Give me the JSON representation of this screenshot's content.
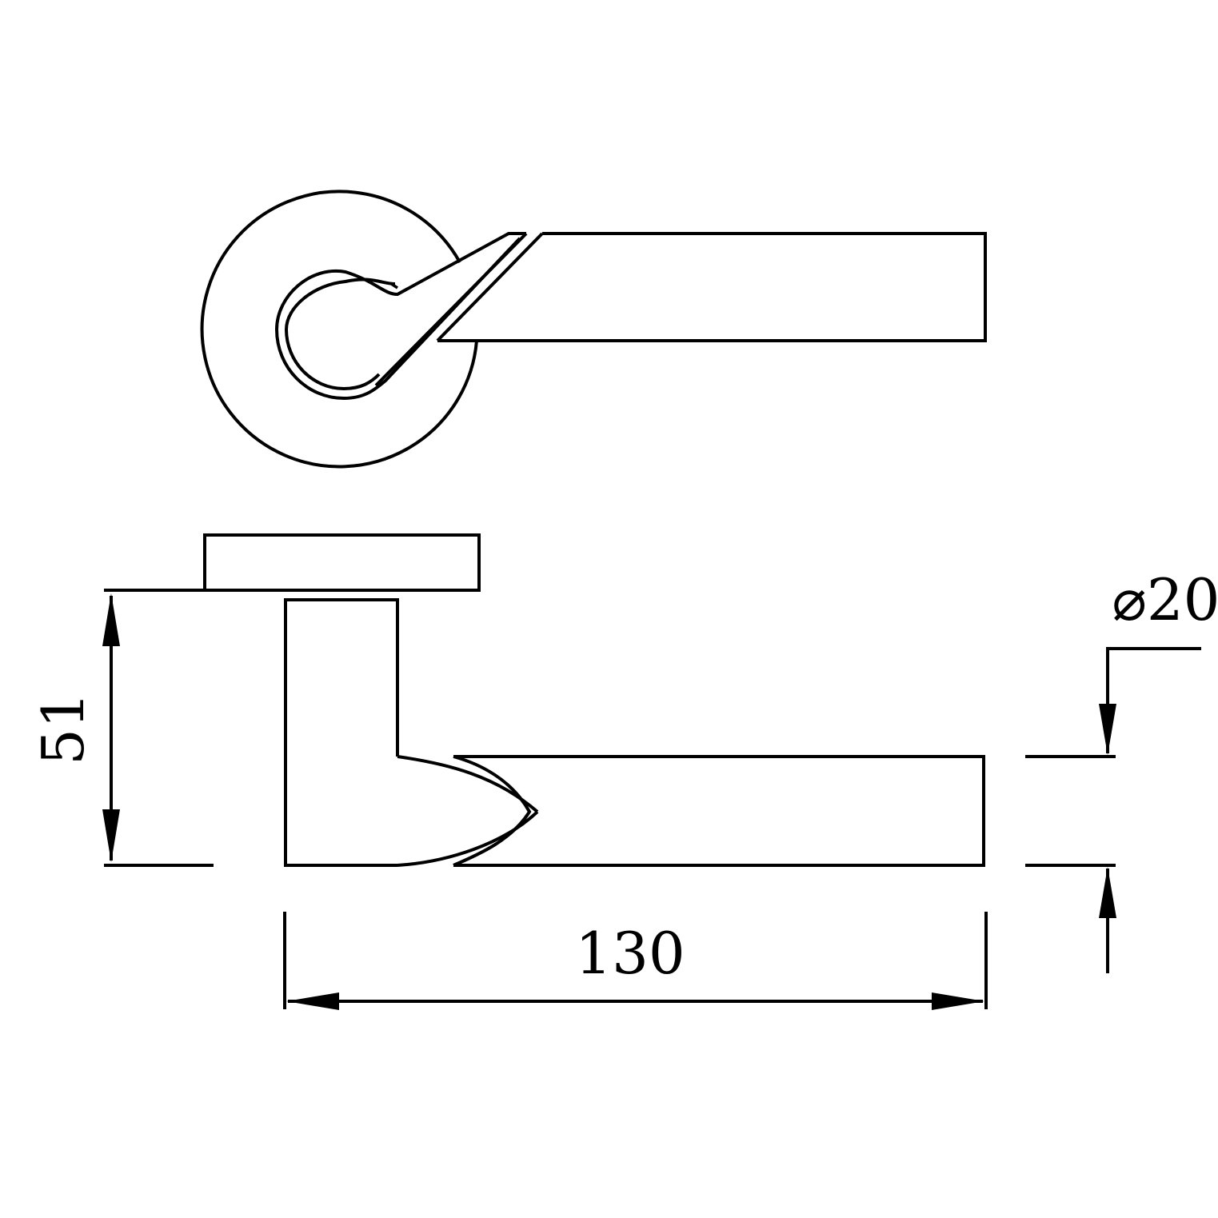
{
  "dimensions": {
    "height": "51",
    "length": "130",
    "diameter": "⌀20"
  },
  "colors": {
    "line": "#000000",
    "background": "#ffffff"
  }
}
